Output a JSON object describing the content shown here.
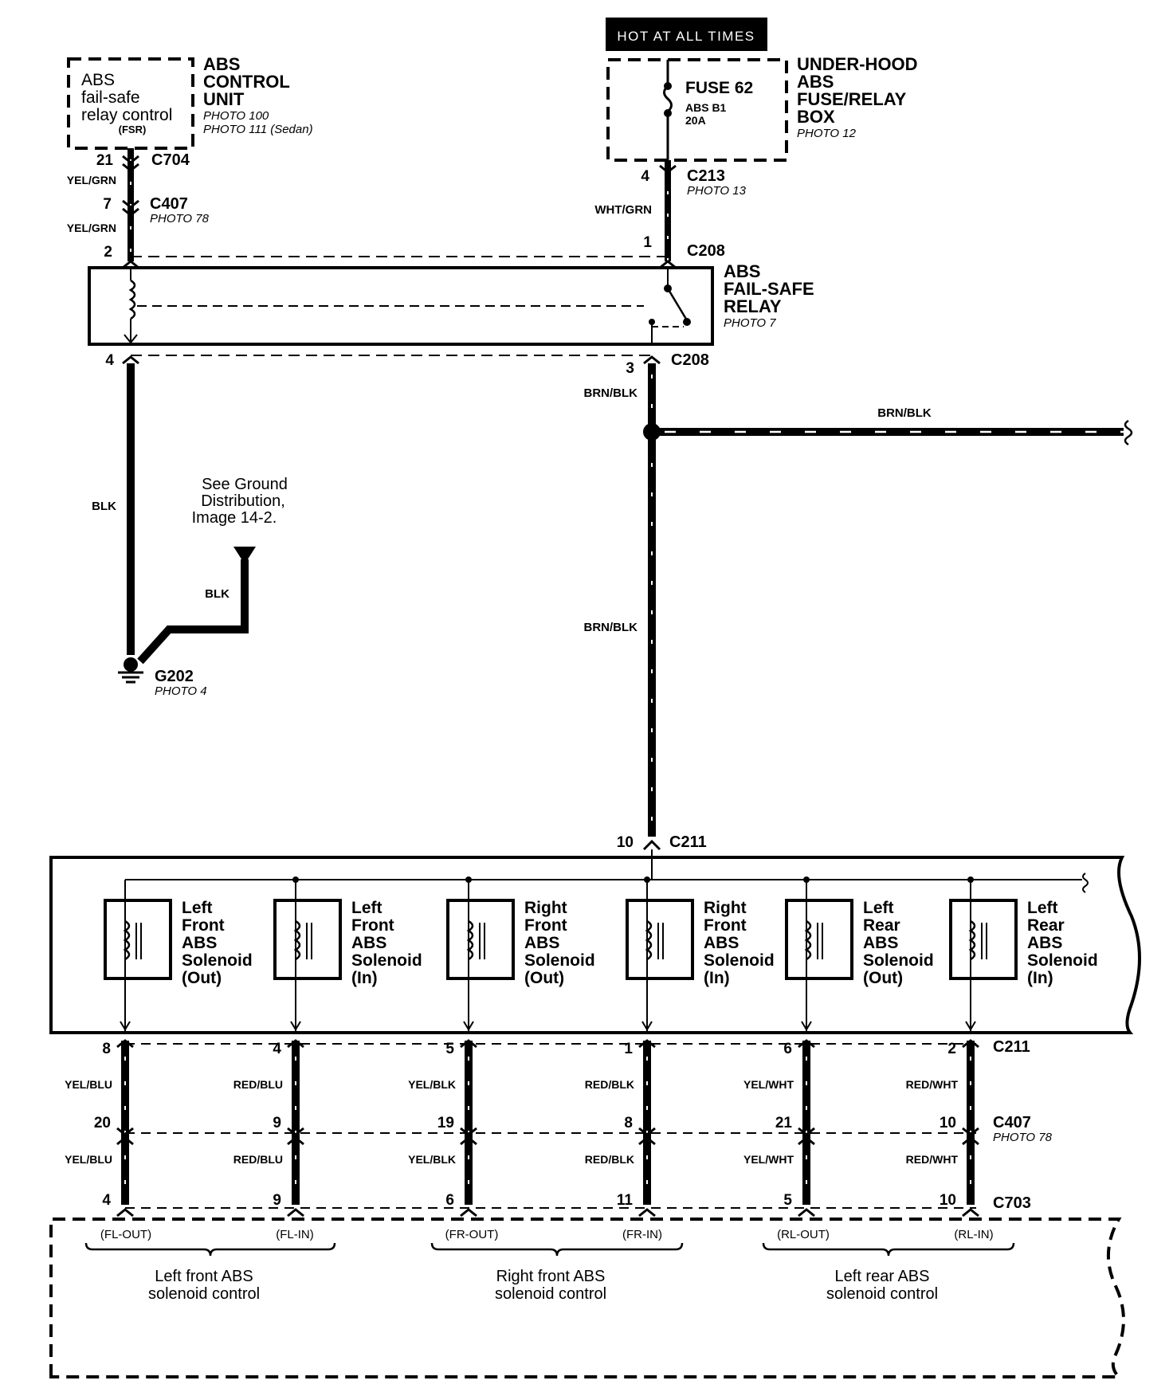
{
  "hot_label": "HOT AT ALL TIMES",
  "abs_unit": {
    "box_lines": [
      "ABS",
      "fail-safe",
      "relay control",
      "(FSR)"
    ],
    "name": [
      "ABS",
      "CONTROL",
      "UNIT"
    ],
    "photos": [
      "PHOTO 100",
      "PHOTO 111 (Sedan)"
    ]
  },
  "fuse_box": {
    "fuse": "FUSE 62",
    "fuse_sub": [
      "ABS B1",
      "20A"
    ],
    "name": [
      "UNDER-HOOD",
      "ABS",
      "FUSE/RELAY",
      "BOX"
    ],
    "photo": "PHOTO 12"
  },
  "relay": {
    "name": [
      "ABS",
      "FAIL-SAFE",
      "RELAY"
    ],
    "photo": "PHOTO 7"
  },
  "connectors": {
    "c704": "C704",
    "c407": "C407",
    "c407_photo": "PHOTO 78",
    "c213": "C213",
    "c213_photo": "PHOTO 13",
    "c208": "C208",
    "c211": "C211",
    "c703": "C703",
    "g202": "G202",
    "g202_photo": "PHOTO 4"
  },
  "pins": {
    "c704_21": "21",
    "c407_7": "7",
    "relay_2": "2",
    "c213_4": "4",
    "c208_1": "1",
    "relay_4": "4",
    "c208_3": "3",
    "c211_10": "10"
  },
  "wires": {
    "yel_grn": "YEL/GRN",
    "wht_grn": "WHT/GRN",
    "brn_blk": "BRN/BLK",
    "blk": "BLK"
  },
  "ground_note": [
    "See Ground",
    "Distribution,",
    "Image 14-2."
  ],
  "solenoids": [
    {
      "lines": [
        "Left",
        "Front",
        "ABS",
        "Solenoid",
        "(Out)"
      ],
      "c211": "8",
      "wire": "YEL/BLU",
      "c407": "20",
      "c703": "4"
    },
    {
      "lines": [
        "Left",
        "Front",
        "ABS",
        "Solenoid",
        "(In)"
      ],
      "c211": "4",
      "wire": "RED/BLU",
      "c407": "9",
      "c703": "9"
    },
    {
      "lines": [
        "Right",
        "Front",
        "ABS",
        "Solenoid",
        "(Out)"
      ],
      "c211": "5",
      "wire": "YEL/BLK",
      "c407": "19",
      "c703": "6"
    },
    {
      "lines": [
        "Right",
        "Front",
        "ABS",
        "Solenoid",
        "(In)"
      ],
      "c211": "1",
      "wire": "RED/BLK",
      "c407": "8",
      "c703": "11"
    },
    {
      "lines": [
        "Left",
        "Rear",
        "ABS",
        "Solenoid",
        "(Out)"
      ],
      "c211": "6",
      "wire": "YEL/WHT",
      "c407": "21",
      "c703": "5"
    },
    {
      "lines": [
        "Left",
        "Rear",
        "ABS",
        "Solenoid",
        "(In)"
      ],
      "c211": "2",
      "wire": "RED/WHT",
      "c407": "10",
      "c703": "10"
    }
  ],
  "controls": [
    {
      "out": "(FL-OUT)",
      "in": "(FL-IN)",
      "lines": [
        "Left front ABS",
        "solenoid control"
      ]
    },
    {
      "out": "(FR-OUT)",
      "in": "(FR-IN)",
      "lines": [
        "Right front ABS",
        "solenoid control"
      ]
    },
    {
      "out": "(RL-OUT)",
      "in": "(RL-IN)",
      "lines": [
        "Left rear ABS",
        "solenoid control"
      ]
    }
  ]
}
